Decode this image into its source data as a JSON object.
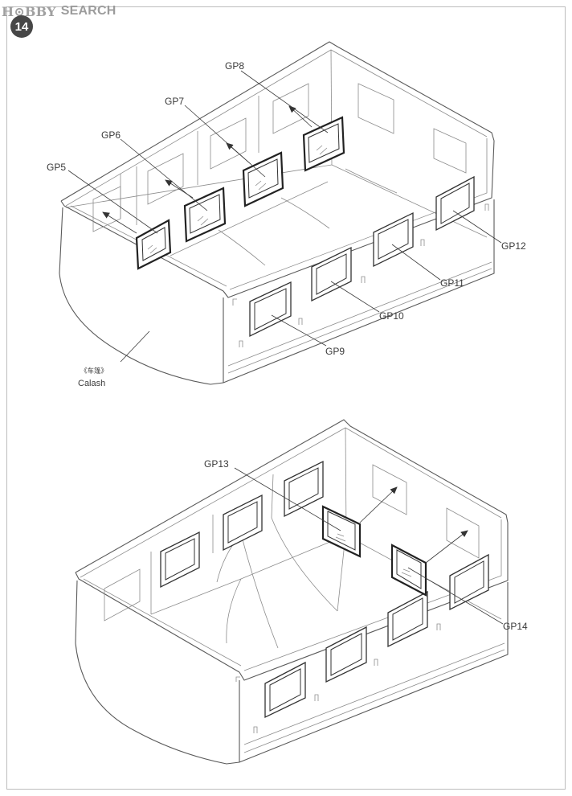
{
  "watermark": {
    "logo": "H⊙BBY",
    "text": "SEARCH"
  },
  "step": {
    "number": "14"
  },
  "top_assembly": {
    "parts": {
      "gp5": "GP5",
      "gp6": "GP6",
      "gp7": "GP7",
      "gp8": "GP8",
      "gp9": "GP9",
      "gp10": "GP10",
      "gp11": "GP11",
      "gp12": "GP12"
    },
    "calash": {
      "chinese": "《车篷》",
      "english": "Calash"
    }
  },
  "bottom_assembly": {
    "parts": {
      "gp13": "GP13",
      "gp14": "GP14"
    }
  }
}
